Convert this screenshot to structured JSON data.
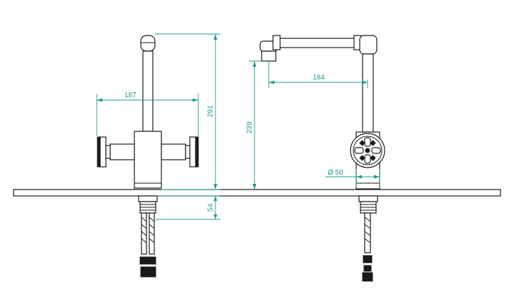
{
  "dimensions": {
    "width_187": "187",
    "height_291": "291",
    "below_deck_54": "54",
    "height_239": "239",
    "reach_184": "184",
    "base_diameter": "Ø 50"
  },
  "colors": {
    "outline": "#1a1a1a",
    "dimension": "#1f9a8f",
    "background": "#ffffff"
  }
}
